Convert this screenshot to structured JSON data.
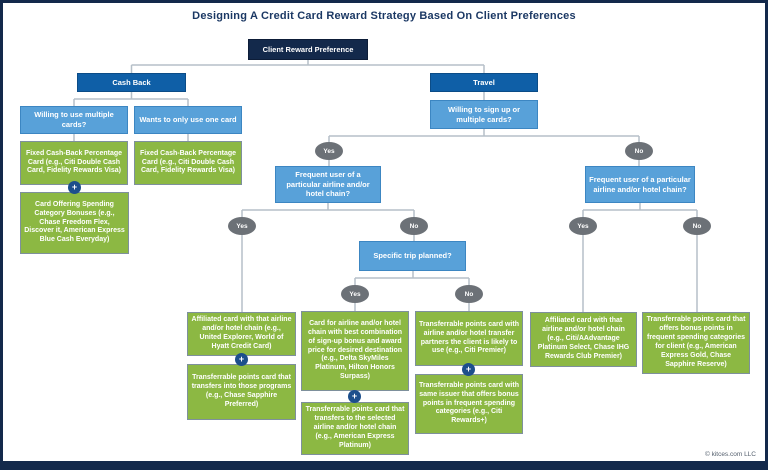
{
  "title": "Designing A Credit Card Reward Strategy Based On Client Preferences",
  "footer": "© kitces.com LLC",
  "labels": {
    "yes": "Yes",
    "no": "No",
    "plus": "+"
  },
  "colors": {
    "navy": "#13294b",
    "mid_blue": "#0f5fa7",
    "light_blue": "#58a1d9",
    "green": "#8cb843",
    "oval_gray": "#6c7177",
    "plus_blue": "#1d4f8c",
    "wire_gray": "#b5bfc8",
    "title_navy": "#1b3864"
  },
  "root": {
    "label": "Client Reward Preference"
  },
  "cashback": {
    "label": "Cash Back",
    "multi_question": "Willing to use multiple cards?",
    "single_question": "Wants to only use one card",
    "multi_card1": "Fixed Cash-Back Percentage Card (e.g., Citi Double Cash Card, Fidelity Rewards Visa)",
    "multi_card2": "Card Offering Spending Category Bonuses (e.g., Chase Freedom Flex, Discover it, American Express Blue Cash Everyday)",
    "single_card1": "Fixed Cash-Back Percentage Card (e.g., Citi Double Cash Card, Fidelity Rewards Visa)"
  },
  "travel": {
    "label": "Travel",
    "signup_question": "Willing to sign up or multiple cards?",
    "freq_question_left": "Frequent user of a particular airline and/or hotel chain?",
    "freq_question_right": "Frequent user of a particular airline and/or hotel chain?",
    "trip_question": "Specific trip planned?",
    "yes_freq_yes_card1": "Affiliated card with that airline and/or hotel chain (e.g., United Explorer, World of Hyatt Credit Card)",
    "yes_freq_yes_card2": "Transferrable points card that transfers into those programs (e.g., Chase Sapphire Preferred)",
    "trip_yes_card1": "Card for airline and/or hotel chain with best combination of sign-up bonus and award price for desired destination (e.g., Delta SkyMiles Platinum, Hilton Honors Surpass)",
    "trip_yes_card2": "Transferrable points card that transfers to the selected airline and/or hotel chain (e.g., American Express Platinum)",
    "trip_no_card1": "Transferrable points card with airline and/or hotel transfer partners the client is likely to use (e.g., Citi Premier)",
    "trip_no_card2": "Transferrable points card with same issuer that offers bonus points in frequent spending categories (e.g., Citi Rewards+)",
    "no_freq_yes_card": "Affiliated card with that airline and/or hotel chain (e.g., Citi/AAdvantage Platinum Select, Chase IHG Rewards Club Premier)",
    "no_freq_no_card": "Transferrable points card that offers bonus points in frequent spending categories for client (e.g., American Express Gold, Chase Sapphire Reserve)"
  }
}
